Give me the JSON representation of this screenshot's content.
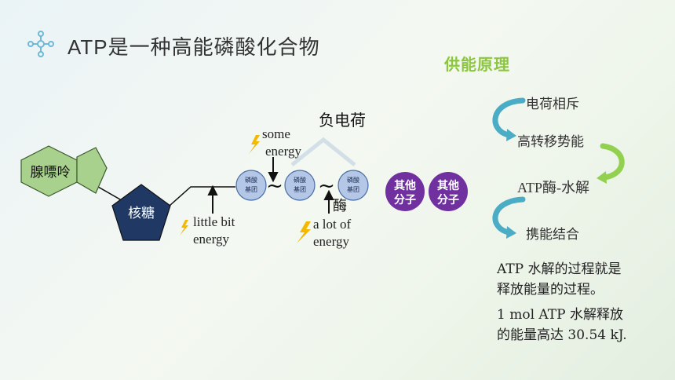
{
  "slide": {
    "title": "ATP是一种高能磷酸化合物",
    "molecule": {
      "adenine": "腺嘌呤",
      "ribose": "核糖",
      "phosphate_group_line1": "磷酸",
      "phosphate_group_line2": "基团",
      "tilde": "~",
      "negative_charge": "负电荷",
      "enzyme": "酶",
      "other_molecule_line1": "其他",
      "other_molecule_line2": "分子",
      "little_energy_line1": "little bit",
      "little_energy_line2": "energy",
      "some_energy_line1": "some",
      "some_energy_line2": "energy",
      "lot_energy_line1": "a lot of",
      "lot_energy_line2": "energy"
    },
    "principle": {
      "title": "供能原理",
      "steps": [
        "电荷相斥",
        "高转移势能",
        "ATP酶-水解",
        "携能结合"
      ]
    },
    "notes": {
      "line1": "ATP 水解的过程就是",
      "line2": "释放能量的过程。",
      "line3": "1 mol ATP 水解释放",
      "line4": "的能量高达 30.54 kJ."
    },
    "colors": {
      "accent_green": "#8cc63f",
      "ribose_navy": "#1f3864",
      "adenine_green": "#a9d18e",
      "phosphate_blue": "#b4c7e7",
      "other_purple": "#7030a0",
      "arrow_teal": "#4bacc6",
      "arrow_green": "#92d050",
      "lightning": "#f5b800"
    }
  }
}
